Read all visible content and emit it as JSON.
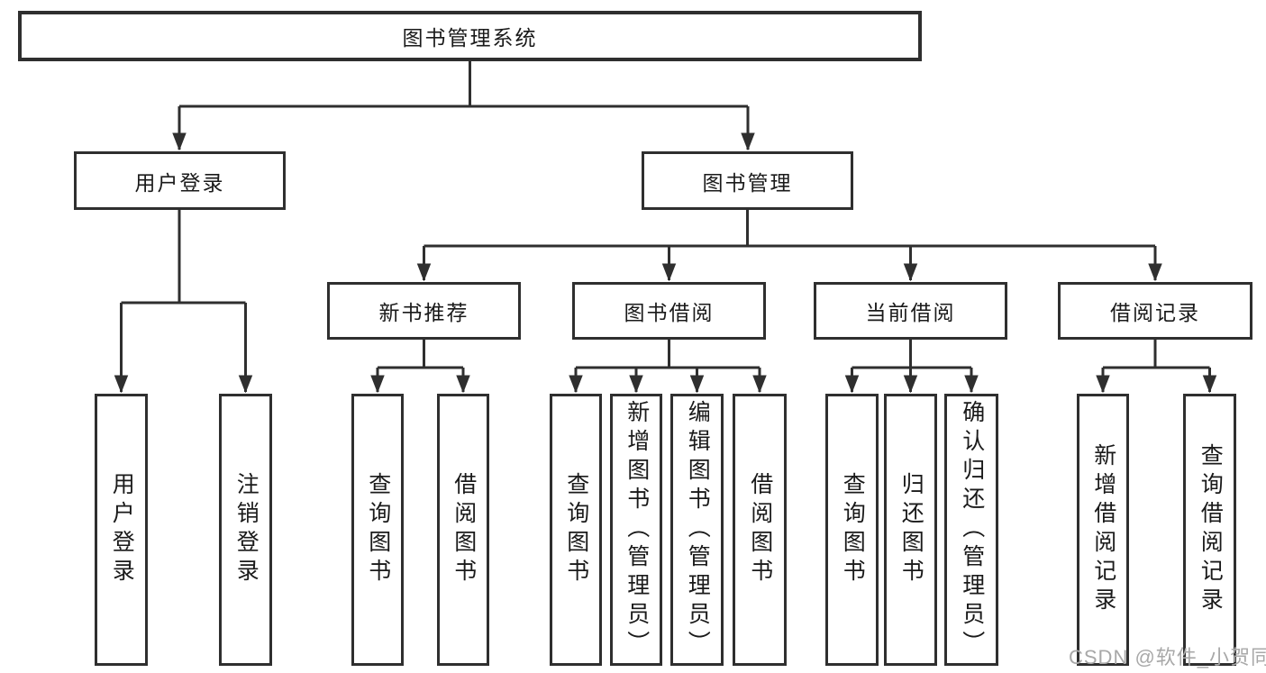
{
  "diagram": {
    "root": {
      "label": "图书管理系统"
    },
    "branches": [
      {
        "label": "用户登录",
        "children": [
          {
            "label": "用户登录"
          },
          {
            "label": "注销登录"
          }
        ]
      },
      {
        "label": "图书管理",
        "children": [
          {
            "label": "新书推荐",
            "children": [
              {
                "label": "查询图书"
              },
              {
                "label": "借阅图书"
              }
            ]
          },
          {
            "label": "图书借阅",
            "children": [
              {
                "label": "查询图书"
              },
              {
                "label": "新增图书（管理员）"
              },
              {
                "label": "编辑图书（管理员）"
              },
              {
                "label": "借阅图书"
              }
            ]
          },
          {
            "label": "当前借阅",
            "children": [
              {
                "label": "查询图书"
              },
              {
                "label": "归还图书"
              },
              {
                "label": "确认归还（管理员）"
              }
            ]
          },
          {
            "label": "借阅记录",
            "children": [
              {
                "label": "新增借阅记录"
              },
              {
                "label": "查询借阅记录"
              }
            ]
          }
        ]
      }
    ]
  },
  "watermark": "CSDN @软件_小贺同学",
  "colors": {
    "line": "#2f2f2f",
    "border": "#2f2f2f",
    "text": "#1a1a1a",
    "watermark": "#a8a8a8",
    "background": "#ffffff"
  }
}
